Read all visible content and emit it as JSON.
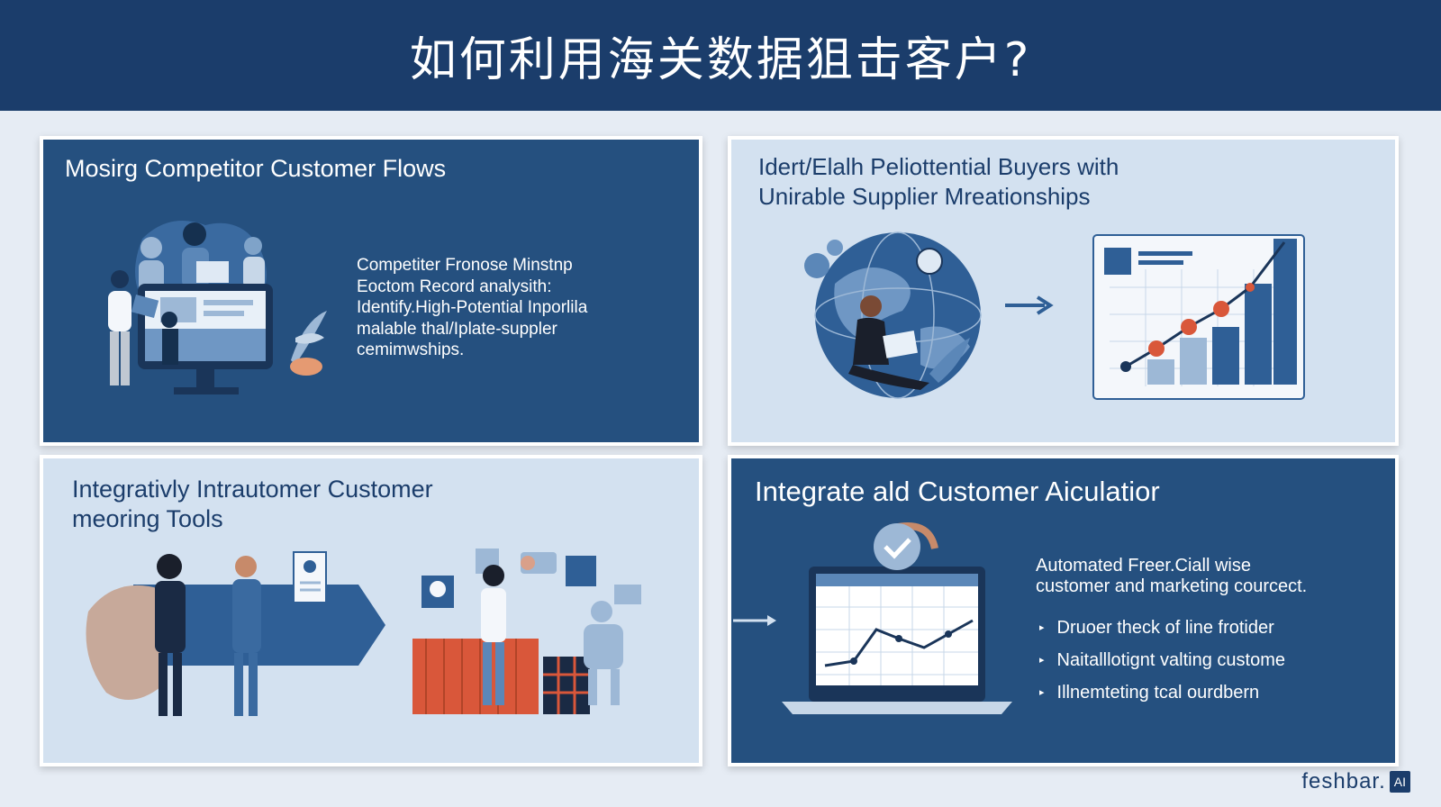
{
  "header": {
    "title": "如何利用海关数据狙击客户?"
  },
  "panels": {
    "top_left": {
      "title": "Mosirg Competitor Customer Flows",
      "lines": [
        "Competiter Fronose Minstnp",
        "Eoctom Record analysith:",
        "Identify.High-Potential Inporlila",
        "malable thal/Iplate-suppler",
        "cemimwships."
      ]
    },
    "top_right": {
      "title_lines": [
        "Idert/Elalh Peliottential Buyers with",
        "Unirable Supplier Mreationships"
      ]
    },
    "bottom_left": {
      "title_lines": [
        "Integrativly Intrautomer Customer",
        "meoring Tools"
      ]
    },
    "bottom_right": {
      "title": "Integrate ald Customer Aiculatior",
      "intro_lines": [
        "Automated Freer.Ciall wise",
        "customer and marketing courcect."
      ],
      "bullets": [
        "Druoer theck of line frotider",
        "Naitalllotignt valting custome",
        "Illnemteting tcal ourdbern"
      ]
    }
  },
  "logo": {
    "text": "feshbar.",
    "badge": "AI"
  },
  "colors": {
    "header": "#1b3d6b",
    "dark_panel": "#25507f",
    "light_panel": "#d3e1f0",
    "accent_orange": "#d9573a"
  },
  "icons": [
    "team-illustration-icon",
    "globe-icon",
    "arrow-right-icon",
    "bar-chart-icon",
    "handshake-illustration-icon",
    "shipping-container-icon",
    "checkmark-icon",
    "laptop-chart-icon"
  ]
}
